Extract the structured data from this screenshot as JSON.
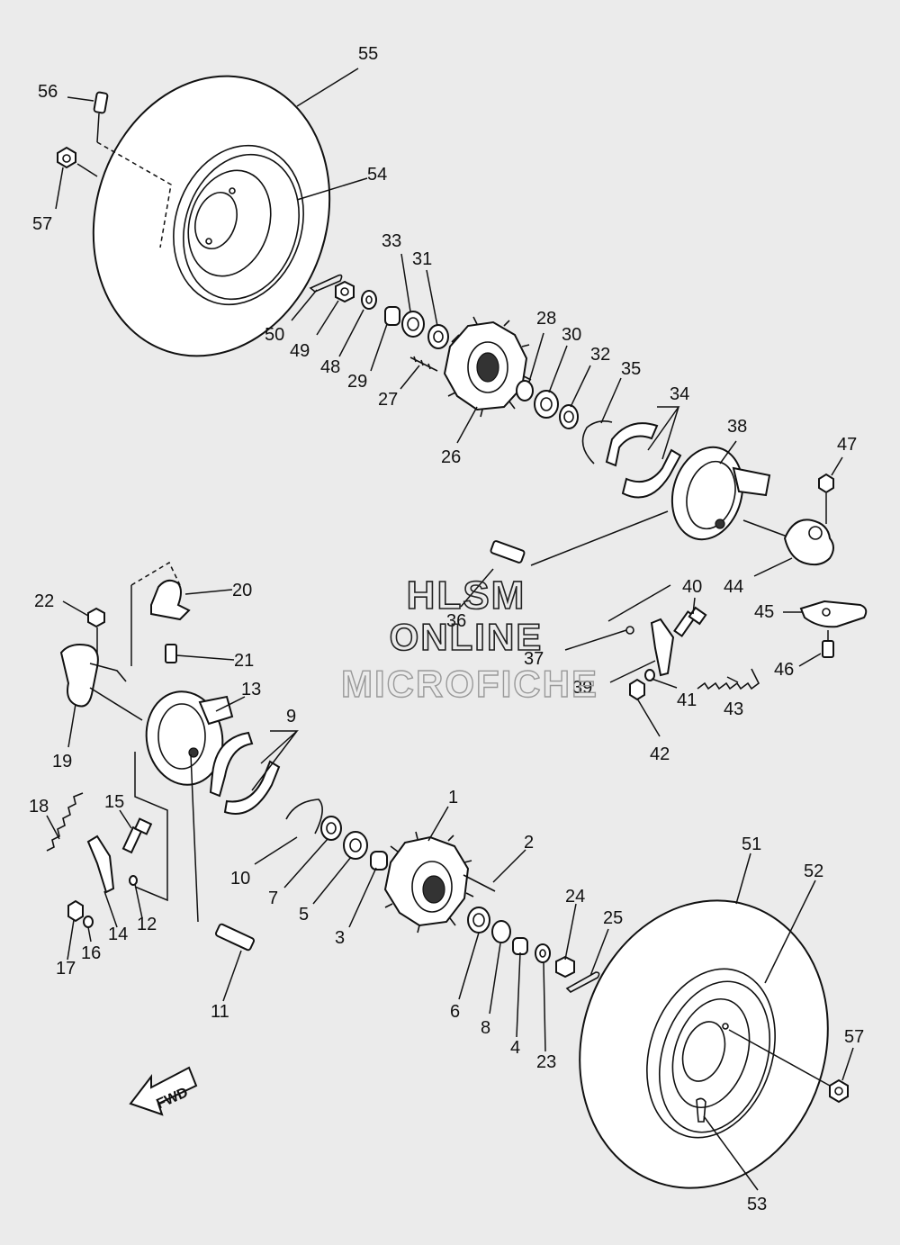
{
  "watermark": {
    "line1": "HLSM",
    "line2": "ONLINE",
    "line3": "MICROFICHE"
  },
  "direction_marker": "FWD",
  "callouts": [
    "1",
    "2",
    "3",
    "4",
    "5",
    "6",
    "7",
    "8",
    "9",
    "10",
    "11",
    "12",
    "13",
    "14",
    "15",
    "16",
    "17",
    "18",
    "19",
    "20",
    "21",
    "22",
    "23",
    "24",
    "25",
    "26",
    "27",
    "28",
    "29",
    "30",
    "31",
    "32",
    "33",
    "34",
    "35",
    "36",
    "37",
    "38",
    "39",
    "40",
    "41",
    "42",
    "43",
    "44",
    "45",
    "46",
    "47",
    "48",
    "49",
    "50",
    "51",
    "52",
    "53",
    "54",
    "55",
    "56",
    "57"
  ],
  "callout_57_second": "57"
}
